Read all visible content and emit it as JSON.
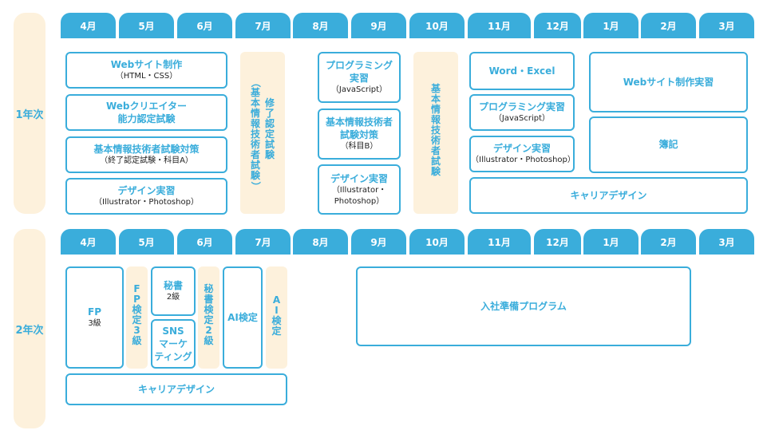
{
  "years": [
    {
      "label": "1年次"
    },
    {
      "label": "2年次"
    }
  ],
  "months": [
    "4月",
    "5月",
    "6月",
    "7月",
    "8月",
    "9月",
    "10月",
    "11月",
    "12月",
    "1月",
    "2月",
    "3月"
  ],
  "year1": {
    "courses": [
      {
        "title": [
          "Webサイト制作"
        ],
        "sub": [
          "（HTML・CSS）"
        ]
      },
      {
        "title": [
          "Webクリエイター",
          "能力認定試験"
        ],
        "sub": []
      },
      {
        "title": [
          "基本情報技術者試験対策"
        ],
        "sub": [
          "（終了認定試験・科目A）"
        ]
      },
      {
        "title": [
          "デザイン実習"
        ],
        "sub": [
          "（Illustrator・Photoshop）"
        ]
      },
      {
        "title": [
          "プログラミング",
          "実習"
        ],
        "sub": [
          "（JavaScript）"
        ]
      },
      {
        "title": [
          "基本情報技術者",
          "試験対策"
        ],
        "sub": [
          "（科目B）"
        ]
      },
      {
        "title": [
          "デザイン実習"
        ],
        "sub": [
          "（Illustrator・",
          "Photoshop）"
        ]
      },
      {
        "title": [
          "Word・Excel"
        ],
        "sub": []
      },
      {
        "title": [
          "プログラミング実習"
        ],
        "sub": [
          "（JavaScript）"
        ]
      },
      {
        "title": [
          "デザイン実習"
        ],
        "sub": [
          "（Illustrator・Photoshop）"
        ]
      },
      {
        "title": [
          "Webサイト制作実習"
        ],
        "sub": []
      },
      {
        "title": [
          "簿記"
        ],
        "sub": []
      },
      {
        "title": [
          "キャリアデザイン"
        ],
        "sub": []
      }
    ],
    "exams": [
      {
        "columns": [
          "修了認定試験",
          "（基本情報技術者試験）"
        ]
      },
      {
        "columns": [
          "基本情報技術者試験"
        ]
      }
    ]
  },
  "year2": {
    "courses": [
      {
        "title": [
          "FP"
        ],
        "sub": [
          "3級"
        ]
      },
      {
        "title": [
          "秘書"
        ],
        "sub": [
          "2級"
        ]
      },
      {
        "title": [
          "SNS",
          "マーケ",
          "ティング"
        ],
        "sub": []
      },
      {
        "title": [
          "AI検定"
        ],
        "sub": []
      },
      {
        "title": [
          "入社準備プログラム"
        ],
        "sub": []
      },
      {
        "title": [
          "キャリアデザイン"
        ],
        "sub": []
      }
    ],
    "exams": [
      {
        "columns": [
          "FP検定3級"
        ]
      },
      {
        "columns": [
          "秘書検定2級"
        ]
      },
      {
        "columns": [
          "AI検定"
        ]
      }
    ]
  }
}
